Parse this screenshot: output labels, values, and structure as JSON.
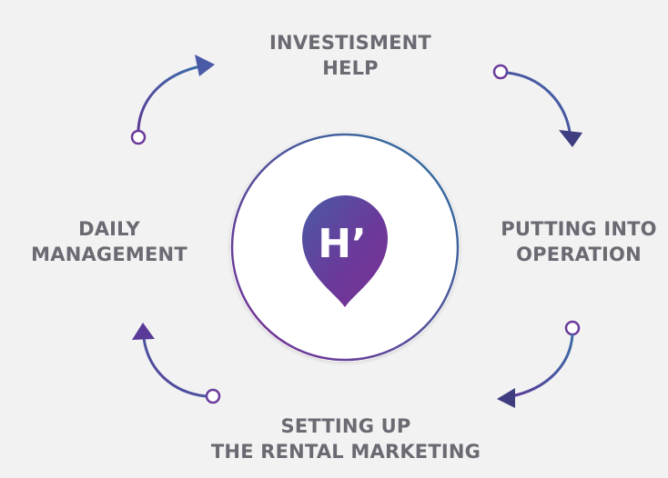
{
  "steps": [
    {
      "id": "investment",
      "lines": [
        "INVESTISMENT",
        "HELP"
      ]
    },
    {
      "id": "operation",
      "lines": [
        "PUTTING INTO",
        "OPERATION"
      ]
    },
    {
      "id": "marketing",
      "lines": [
        "SETTING UP",
        "THE RENTAL MARKETING"
      ]
    },
    {
      "id": "management",
      "lines": [
        "DAILY",
        "MANAGEMENT"
      ]
    }
  ],
  "logo": {
    "text": "H’"
  },
  "colors": {
    "background": "#f2f2f2",
    "label": "#6a6a72",
    "accent_purple": "#6d2f8e",
    "accent_blue": "#2e6f9c",
    "circle_fill": "#ffffff"
  }
}
